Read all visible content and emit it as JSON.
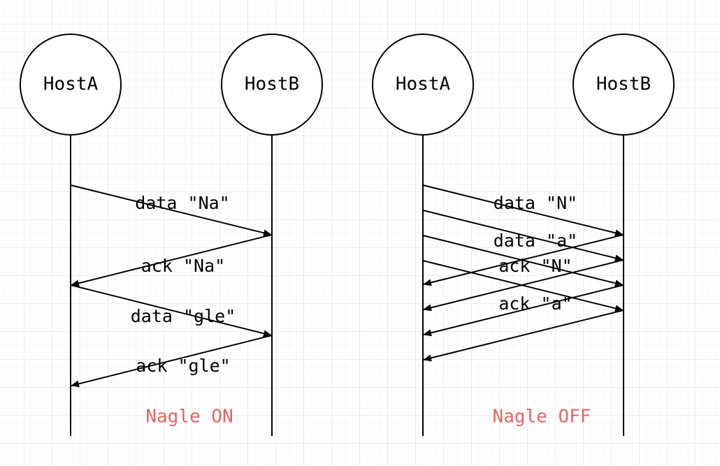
{
  "diagrams": [
    {
      "id": "on",
      "caption": "Nagle ON",
      "sender": "HostA",
      "receiver": "HostB",
      "messages": [
        {
          "label": "data \"Na\"",
          "direction": "A-to-B"
        },
        {
          "label": "ack \"Na\"",
          "direction": "B-to-A"
        },
        {
          "label": "data \"gle\"",
          "direction": "A-to-B"
        },
        {
          "label": "ack \"gle\"",
          "direction": "B-to-A"
        }
      ]
    },
    {
      "id": "off",
      "caption": "Nagle OFF",
      "sender": "HostA",
      "receiver": "HostB",
      "messages": [
        {
          "label": "data \"N\"",
          "direction": "A-to-B"
        },
        {
          "label": "data \"a\"",
          "direction": "A-to-B"
        },
        {
          "label": "ack \"N\"",
          "direction": "B-to-A"
        },
        {
          "label": "ack \"a\"",
          "direction": "B-to-A"
        }
      ]
    }
  ],
  "colors": {
    "line": "#000000",
    "caption": "#e06666"
  }
}
